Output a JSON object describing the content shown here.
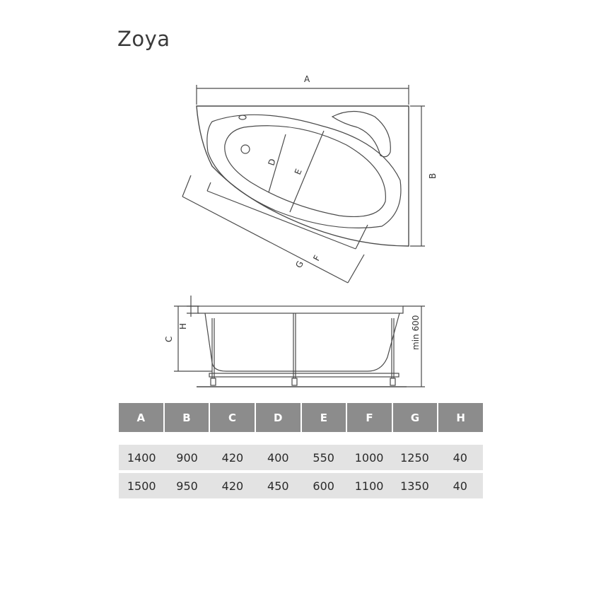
{
  "title": "Zoya",
  "dimension_labels": {
    "top_view": [
      "A",
      "B",
      "D",
      "E",
      "F",
      "G"
    ],
    "side_view": [
      "H",
      "C",
      "min 600"
    ]
  },
  "table": {
    "headers": [
      "A",
      "B",
      "C",
      "D",
      "E",
      "F",
      "G",
      "H"
    ],
    "rows": [
      [
        "1400",
        "900",
        "420",
        "400",
        "550",
        "1000",
        "1250",
        "40"
      ],
      [
        "1500",
        "950",
        "420",
        "450",
        "600",
        "1100",
        "1350",
        "40"
      ]
    ]
  },
  "colors": {
    "header_bg": "#8c8c8c",
    "row_bg": "#e3e3e3",
    "line": "#4a4a4a"
  }
}
